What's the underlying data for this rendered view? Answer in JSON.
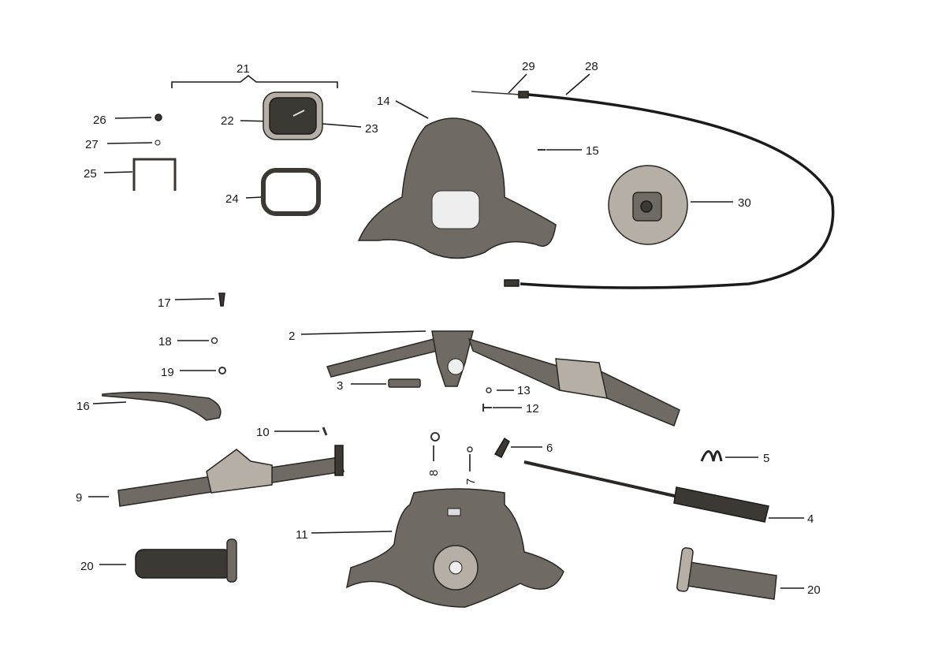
{
  "diagram": {
    "title": "Handlebar assembly exploded view",
    "callouts": {
      "c21": "21",
      "c26": "26",
      "c27": "27",
      "c25": "25",
      "c22": "22",
      "c23": "23",
      "c24": "24",
      "c14": "14",
      "c15": "15",
      "c29": "29",
      "c28": "28",
      "c30": "30",
      "c17": "17",
      "c18": "18",
      "c19": "19",
      "c16": "16",
      "c2": "2",
      "c3": "3",
      "c13": "13",
      "c12": "12",
      "c10": "10",
      "c9": "9",
      "c8": "8",
      "c7": "7",
      "c6": "6",
      "c5": "5",
      "c4": "4",
      "c11": "11",
      "c20a": "20",
      "c20b": "20"
    }
  }
}
